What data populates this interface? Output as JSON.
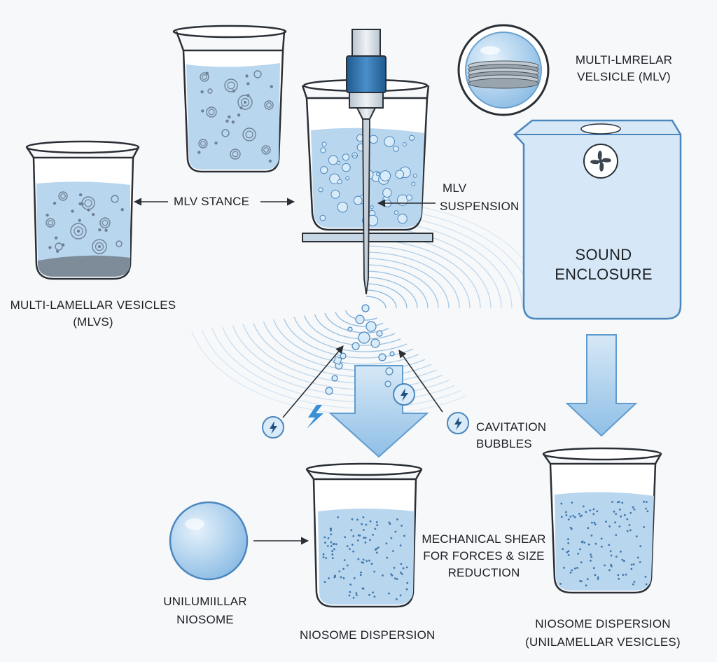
{
  "labels": {
    "mlv_stance": "MLV STANCE",
    "mlv_suspension": [
      "MLV",
      "SUSPENSION"
    ],
    "multi_lamellar": [
      "MULTI-LAMELLAR VESICLES",
      "(MLVS)"
    ],
    "mlv_callout": [
      "MULTI-LMRELAR",
      "VELSICLE (MLV)"
    ],
    "sound_enclosure": [
      "SOUND",
      "ENCLOSURE"
    ],
    "cavitation": [
      "CAVITATION",
      "BUBBLES"
    ],
    "mechanical_shear": [
      "MECHANICAL SHEAR",
      "FOR FORCES & SIZE",
      "REDUCTION"
    ],
    "unilamellar_niosome": [
      "UNILUMIILLAR",
      "NIOSOME"
    ],
    "niosome_dispersion": "NIOSOME DISPERSION",
    "niosome_dispersion_uni": [
      "NIOSOME DISPERSION",
      "(UNILAMELLAR VESICLES)"
    ]
  },
  "colors": {
    "liquid": "#b9d6ef",
    "liquid_dark": "#9cc4e6",
    "outline": "#2a2f36",
    "wave": "#7fb0d8",
    "arrow_fill": "#a9cdec",
    "probe_blue": "#2f6fa8",
    "enclosure": "#d6e8f7"
  },
  "icons": [
    "fan-icon",
    "lightning-icon",
    "probe-icon",
    "bubble-icon"
  ]
}
